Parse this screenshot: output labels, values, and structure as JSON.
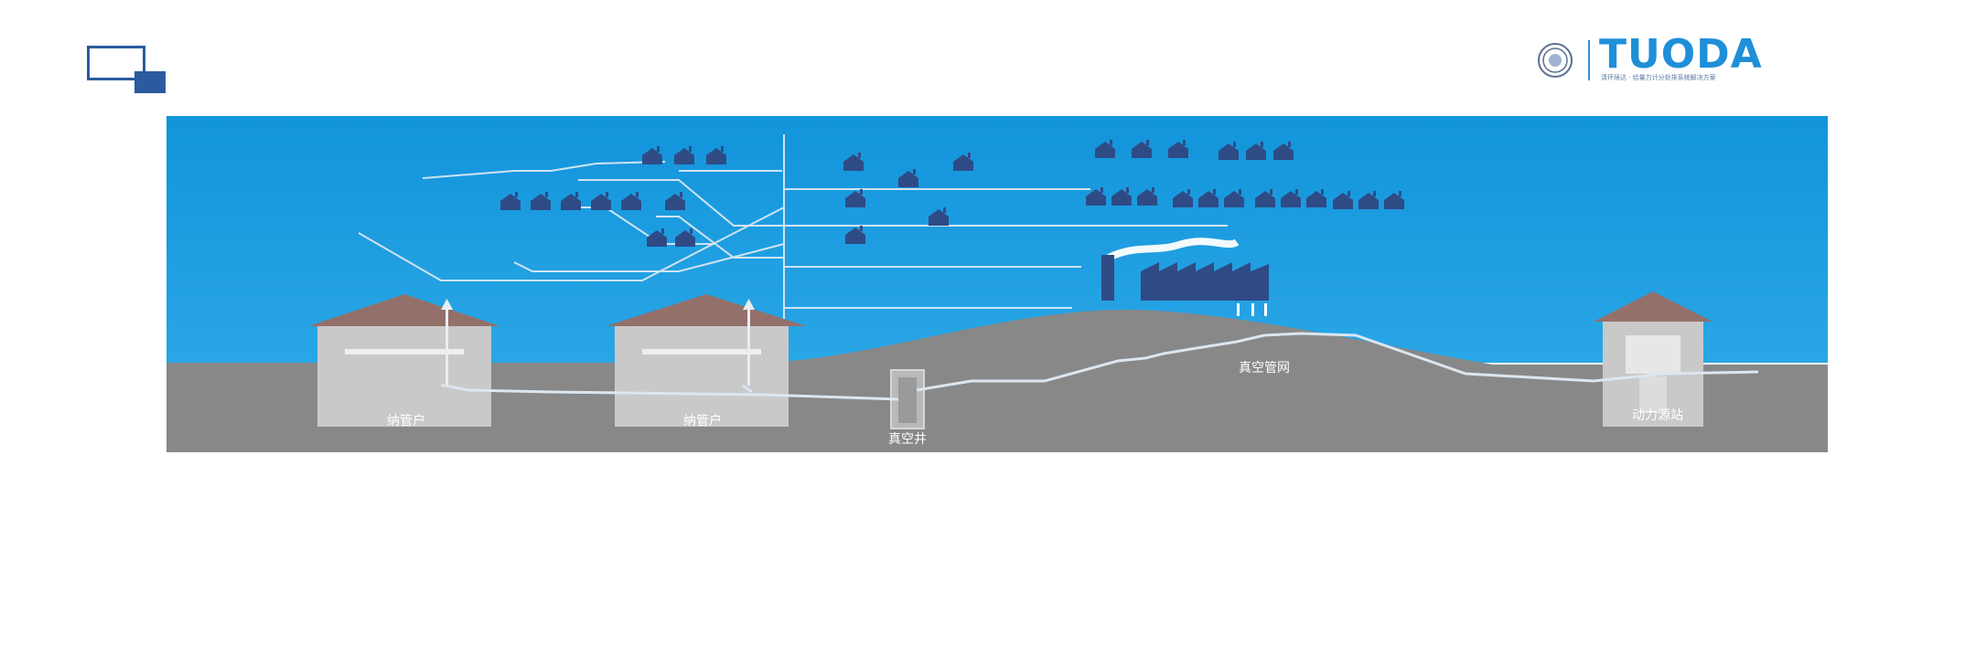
{
  "header": {
    "logo": {
      "brand_text": "TUODA",
      "tagline": "清环境达 · 给量力计分处排系统解决方案",
      "seal_icon": "seal-icon",
      "color": "#1f8fd8"
    },
    "corner_icon": "window-corner-icon"
  },
  "diagram": {
    "colors": {
      "sky": "#1596d9",
      "ground": "#8a8a8a",
      "pipe": "#d8e4ee",
      "house_roof": "#94706a",
      "house_wall": "#c7c7c7",
      "village_house": "#2f4b86"
    },
    "labels": {
      "house_1": "纳管户",
      "house_2": "纳管户",
      "vacuum_well": "真空井",
      "vacuum_network": "真空管网",
      "power_station": "动力源站"
    }
  }
}
